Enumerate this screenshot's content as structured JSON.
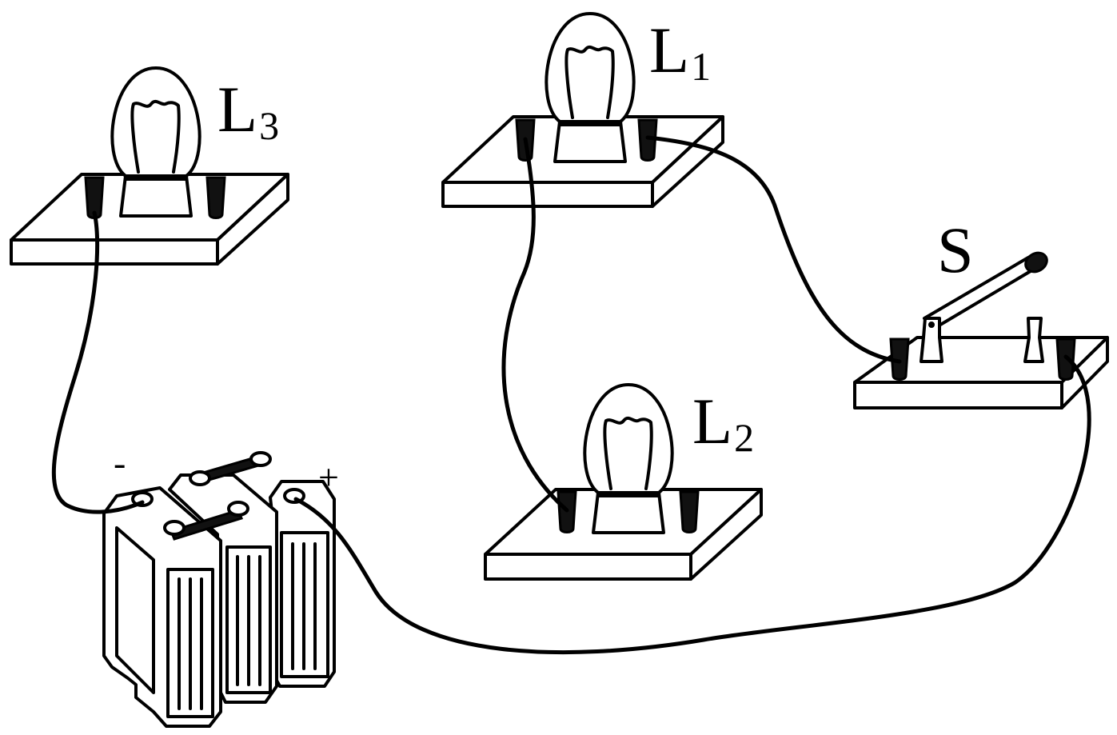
{
  "labels": {
    "l1": {
      "letter": "L",
      "sub": "1"
    },
    "l2": {
      "letter": "L",
      "sub": "2"
    },
    "l3": {
      "letter": "L",
      "sub": "3"
    },
    "switch": "S",
    "minus": "-",
    "plus": "+"
  },
  "colors": {
    "line": "#000000",
    "background": "#ffffff"
  }
}
